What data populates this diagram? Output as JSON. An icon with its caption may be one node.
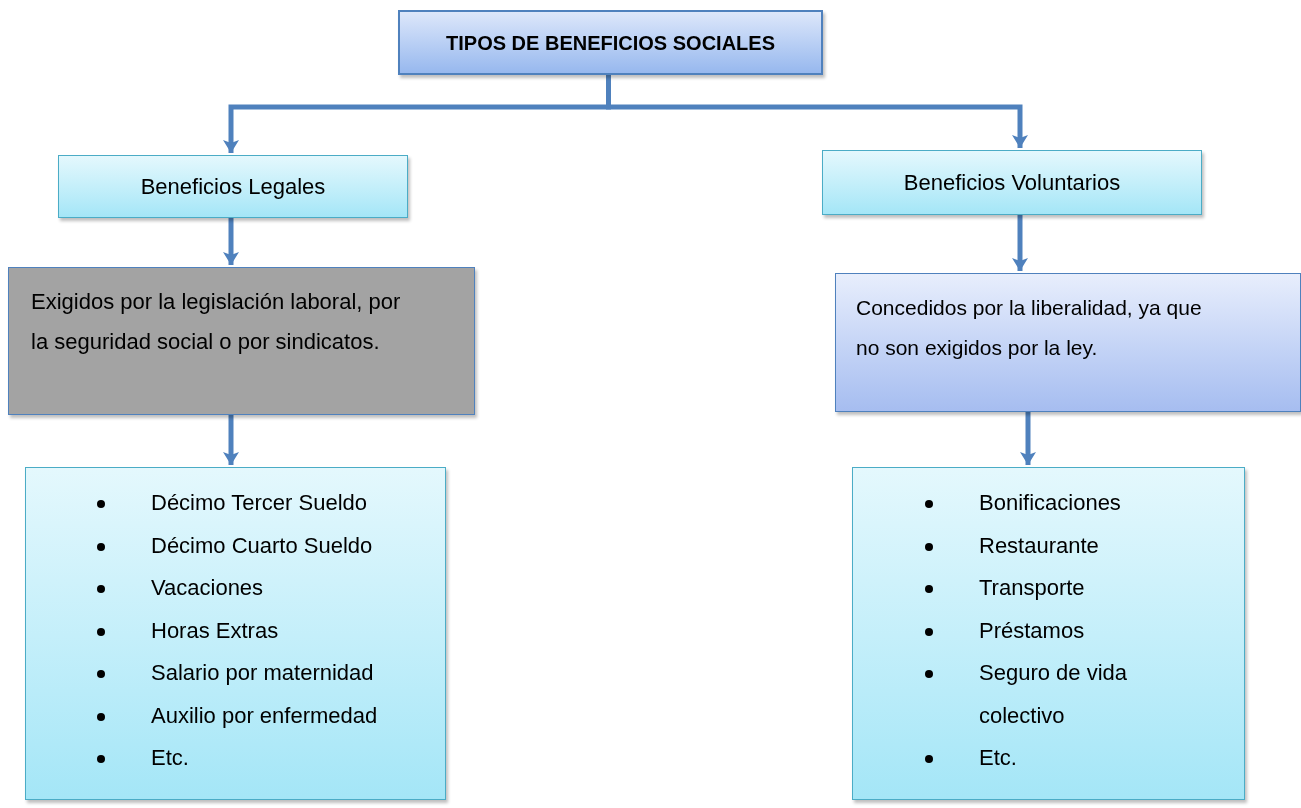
{
  "diagram": {
    "nodes": [
      {
        "text": [
          "TIPOS DE BENEFICIOS SOCIALES"
        ]
      },
      {
        "text": [
          "Beneficios Legales"
        ]
      },
      {
        "text": [
          "Beneficios Voluntarios"
        ]
      },
      {
        "text": [
          "Exigidos por la legislación laboral, por la seguridad social o por sindicatos."
        ]
      },
      {
        "text": [
          "Concedidos por la liberalidad, ya que no son exigidos por la ley."
        ]
      },
      {
        "text": [
          "Décimo Tercer Sueldo",
          "Décimo Cuarto Sueldo",
          "Vacaciones",
          "Horas Extras",
          "Salario por maternidad",
          "Auxilio por enfermedad",
          "Etc."
        ]
      },
      {
        "text": [
          "Bonificaciones",
          "Restaurante",
          "Transporte",
          "Préstamos",
          "Seguro de vida colectivo",
          "Etc."
        ]
      }
    ],
    "edges": [
      {
        "from": 0,
        "to": 1,
        "arrow": "to"
      },
      {
        "from": 0,
        "to": 2,
        "arrow": "to"
      },
      {
        "from": 1,
        "to": 3,
        "arrow": "to"
      },
      {
        "from": 2,
        "to": 4,
        "arrow": "to"
      },
      {
        "from": 3,
        "to": 5,
        "arrow": "to"
      },
      {
        "from": 4,
        "to": 6,
        "arrow": "to"
      }
    ]
  }
}
